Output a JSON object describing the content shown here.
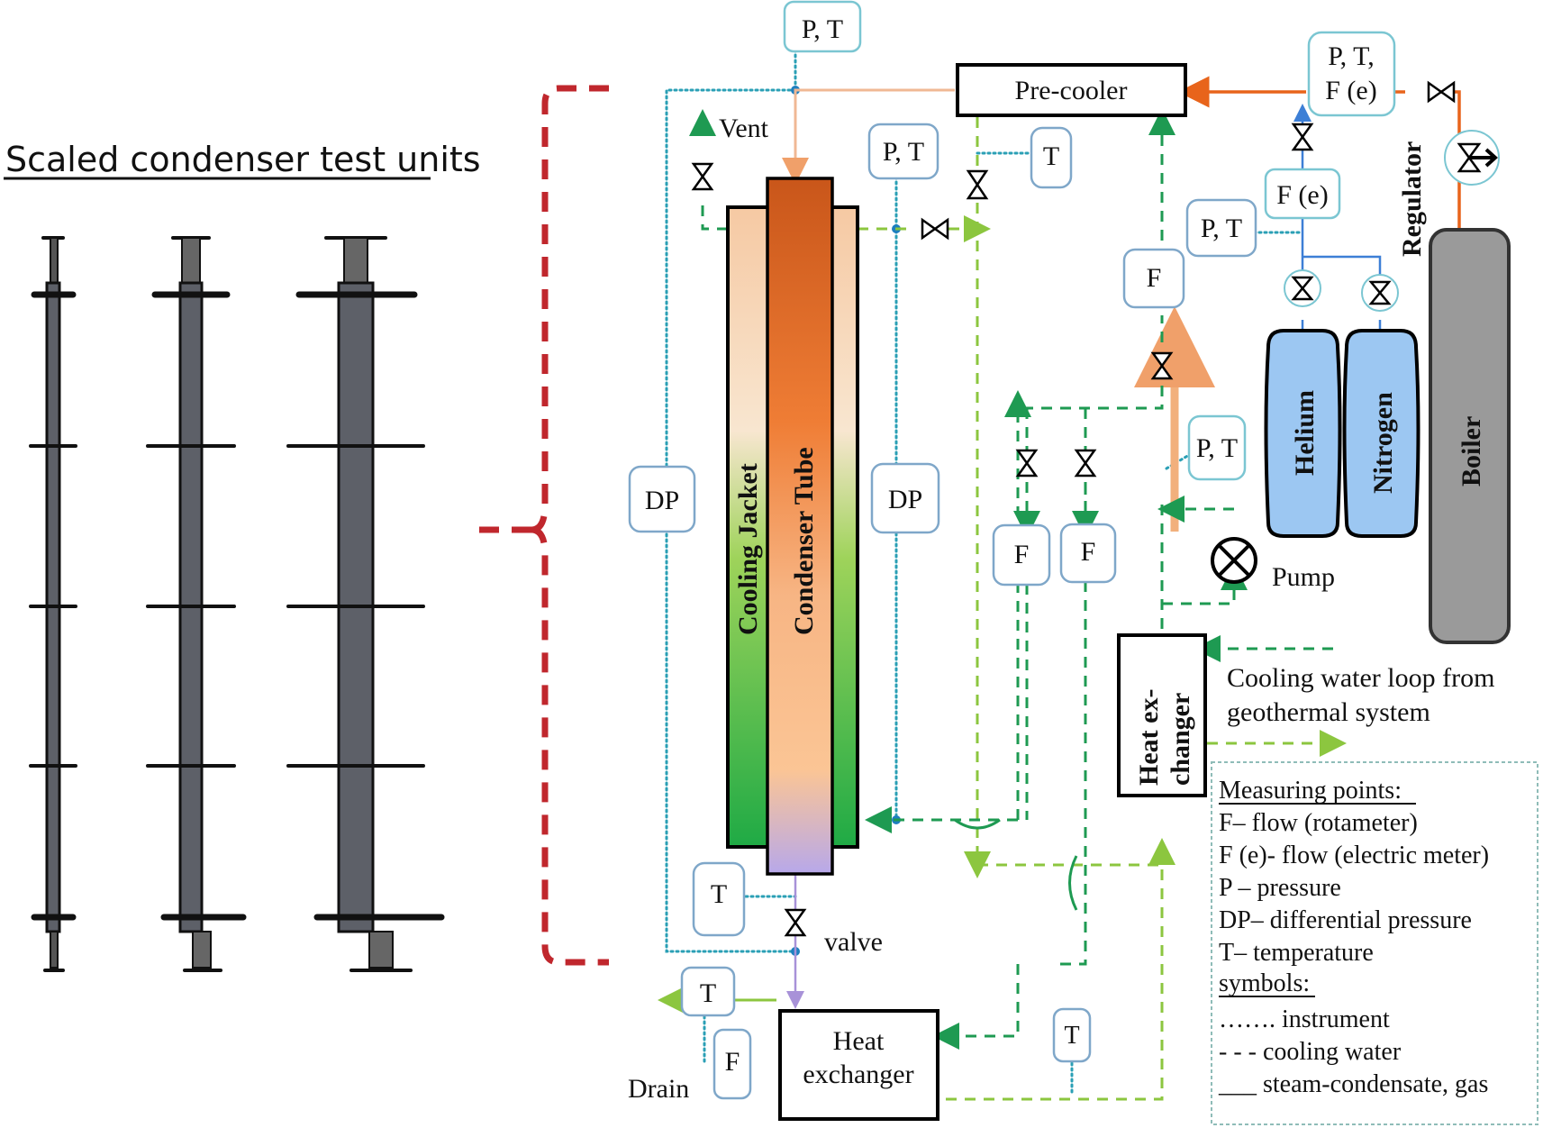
{
  "left_panel": {
    "title": "Scaled condenser test units",
    "units": [
      "small",
      "medium",
      "large"
    ]
  },
  "main_column": {
    "jacket_label": "Cooling  Jacket",
    "tube_label": "Condenser Tube",
    "vent_label": "Vent",
    "valve_label": "valve",
    "drain_label": "Drain"
  },
  "instruments": {
    "pt_top": "P, T",
    "pt_mid": "P, T",
    "t_precooler": "T",
    "dp_left": "DP",
    "dp_right": "DP",
    "t_bottom": "T",
    "t_drain": "T",
    "f_drain": "F",
    "f_left": "F",
    "f_right": "F",
    "f_upper": "F",
    "t_hx": "T",
    "pt_loop": "P, T",
    "pt_gas": "P, T",
    "fe_gas": "F (e)",
    "ptf_line1": "P, T,",
    "ptf_line2": "F (e)"
  },
  "equipment": {
    "precooler": "Pre-cooler",
    "heat_exchanger_line1": "Heat",
    "heat_exchanger_line2": "exchanger",
    "hx_vertical_line1": "Heat ex-",
    "hx_vertical_line2": "changer",
    "pump": "Pump",
    "helium": "Helium",
    "nitrogen": "Nitrogen",
    "boiler": "Boiler",
    "regulator": "Regulator"
  },
  "annotations": {
    "cooling_loop_line1": "Cooling water loop from",
    "cooling_loop_line2": "geothermal system"
  },
  "legend": {
    "measuring_title": "Measuring points:",
    "items": [
      "F– flow (rotameter)",
      "F (e)- flow (electric meter)",
      "P – pressure",
      "DP– differential pressure",
      "T– temperature"
    ],
    "symbols_title": "symbols:",
    "symbols": [
      "……. instrument",
      "- - - cooling water",
      "___  steam-condensate, gas"
    ]
  },
  "colors": {
    "bracket": "#c0272d",
    "instrument_line": "#2a9fb5",
    "cooling_water": "#1e9a52",
    "cooling_water_light": "#8cc63f",
    "steam": "#e8641b",
    "gas_tank": "#9cc7f2",
    "boiler": "#9a9a9a"
  }
}
